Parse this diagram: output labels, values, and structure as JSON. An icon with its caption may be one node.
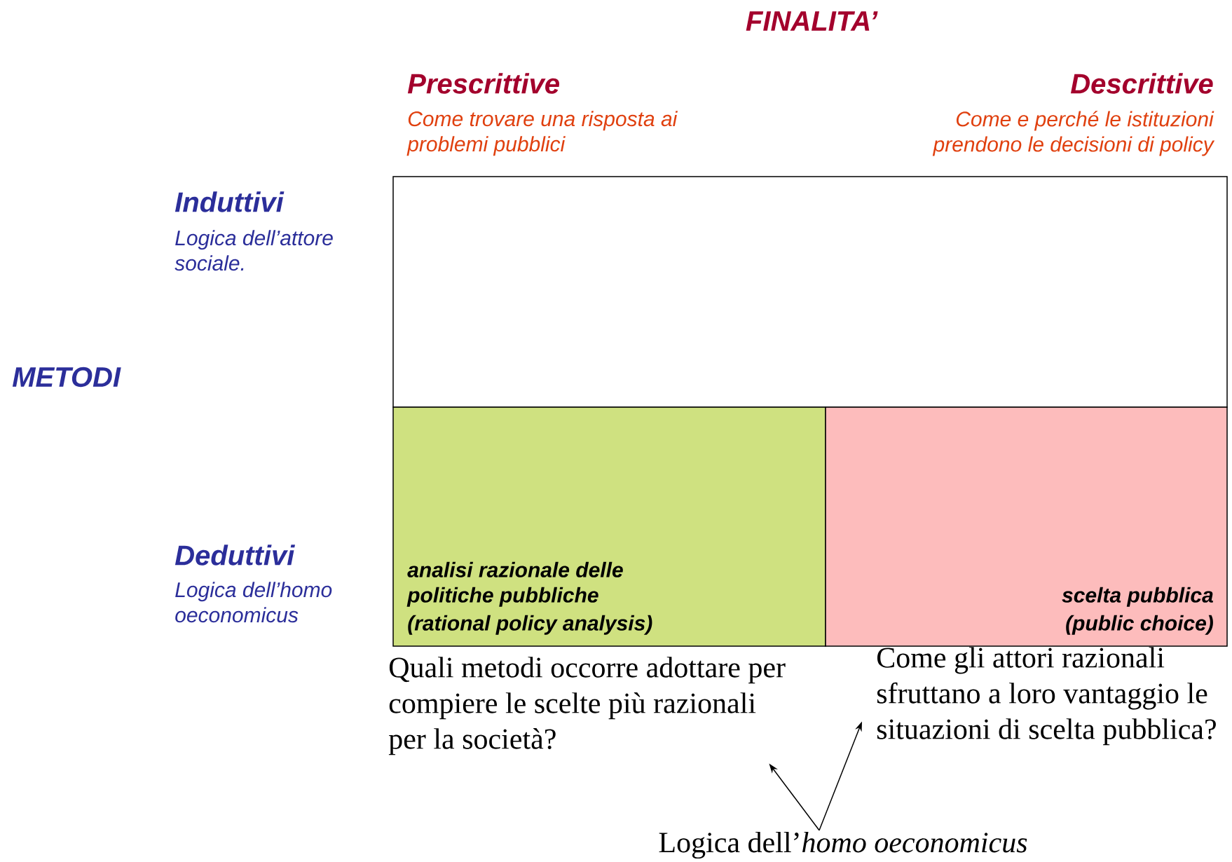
{
  "diagram": {
    "title": "FINALITA’",
    "nodes": [
      {
        "text": [],
        "shape": "box"
      },
      {
        "text": [
          "analisi razionale delle politiche pubbliche",
          "(rational policy analysis)"
        ]
      },
      {
        "text": [
          "scelta pubblica",
          "(public choice)"
        ]
      },
      {
        "text": [
          "Quali metodi occorre adottare per compiere le scelte più razionali per la società?"
        ]
      },
      {
        "text": [
          "Come gli attori razionali sfruttano a loro vantaggio le situazioni di scelta pubblica?"
        ]
      },
      {
        "text": [
          "Logica dell’*homo oeconomicus*"
        ]
      }
    ],
    "edges": [
      {
        "from": 5,
        "to": 3,
        "arrow": "to"
      },
      {
        "from": 5,
        "to": 4,
        "arrow": "to"
      }
    ],
    "labels": [
      "Prescrittive",
      "Come trovare una risposta ai problemi pubblici",
      "Descrittive",
      "Come e perché le istituzioni prendono le decisioni di policy",
      "Induttivi",
      "Logica dell’attore sociale.",
      "METODI",
      "Deduttivi",
      "Logica dell’homo oeconomicus"
    ]
  }
}
